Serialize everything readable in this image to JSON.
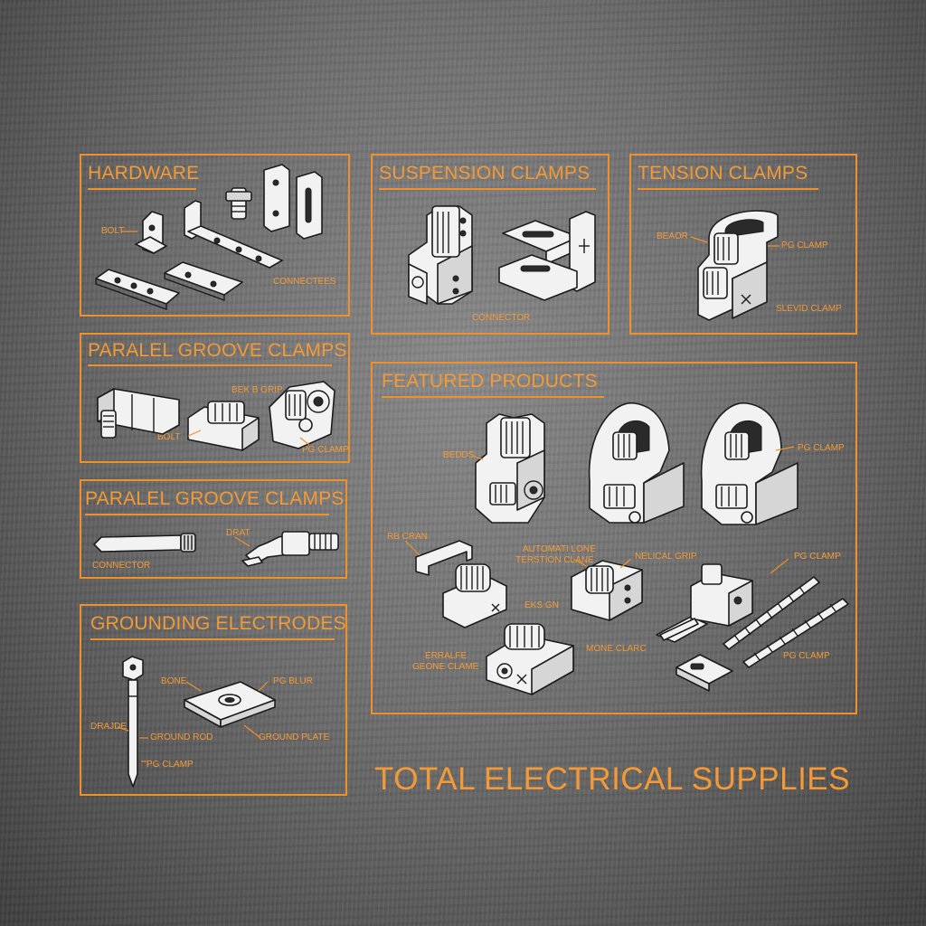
{
  "accent_color": "#f0902a",
  "panels": {
    "hardware": {
      "title": "HARDWARE",
      "labels": {
        "bolt": "BOLT",
        "connector": "CONNECTEES"
      }
    },
    "suspension": {
      "title": "SUSPENSION CLAMPS",
      "labels": {
        "connector": "CONNECTOR"
      }
    },
    "tension": {
      "title": "TENSION CLAMPS",
      "labels": {
        "beaor": "BEAOR",
        "pg_clamp": "PG CLAMP",
        "slevid_clamp": "SLEVID CLAMP"
      }
    },
    "parallel_1": {
      "title": "PARALEL GROOVE CLAMPS",
      "labels": {
        "bek_grip": "BEK B GRIP",
        "bolt": "BOLT",
        "pg_clamp": "PG CLAMP"
      }
    },
    "parallel_2": {
      "title": "PARALEL GROOVE CLAMPS",
      "labels": {
        "connector": "CONNECTOR",
        "drat": "DRAT"
      }
    },
    "grounding": {
      "title": "GROUNDING ELECTRODES",
      "labels": {
        "bone": "BONE",
        "pg_blur": "PG BLUR",
        "drajde": "DRAJDE",
        "ground_rod": "GROUND ROD",
        "ground_plate": "GROUND PLATE",
        "pg_clamp": "PG CLAMP"
      }
    },
    "featured": {
      "title": "FEATURED PRODUCTS",
      "labels": {
        "bedds": "BEDDS",
        "pg_clamp_1": "PG CLAMP",
        "rb_cran": "RB CRAN",
        "automatic_tension_1": "AUTOMATI LONE",
        "automatic_tension_2": "TERSTION CLANE",
        "helical_grip": "NELICAL GRIP",
        "pg_clamp_2": "PG CLAMP",
        "eks_gn": "EKS GN",
        "parallel_1": "ERRALFE",
        "parallel_2": "GEONE CLAME",
        "mone_clarc": "MONE CLARC",
        "pg_clamp_3": "PG CLAMP"
      }
    }
  },
  "footer": {
    "title": "TOTAL ELECTRICAL SUPPLIES"
  }
}
